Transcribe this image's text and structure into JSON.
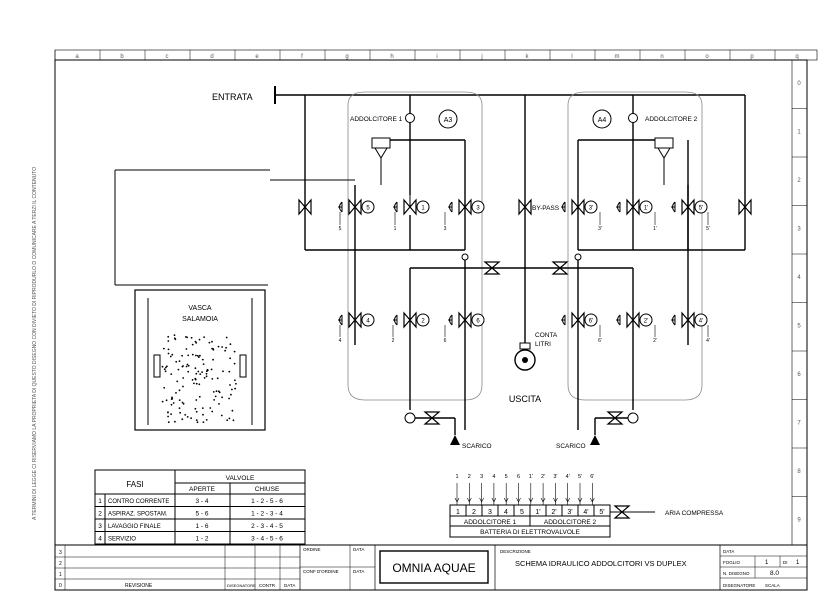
{
  "labels": {
    "entrata": "ENTRATA",
    "uscita": "USCITA",
    "addolcitore1": "ADDOLCITORE 1",
    "addolcitore2": "ADDOLCITORE 2",
    "a3": "A3",
    "a4": "A4",
    "bypass": "BY-PASS",
    "conta1": "CONTA",
    "conta2": "LITRI",
    "vasca1": "VASCA",
    "vasca2": "SALAMOIA",
    "scarico1": "SCARICO",
    "scarico2": "SCARICO",
    "aria": "ARIA   COMPRESSA"
  },
  "valve_numbers": [
    "5",
    "1",
    "3",
    "3'",
    "1'",
    "5'",
    "4",
    "2",
    "6",
    "6'",
    "2'",
    "4'"
  ],
  "signal_labels": [
    "5",
    "1",
    "3",
    "3'",
    "1'",
    "5'",
    "4",
    "2",
    "6",
    "6'",
    "2'",
    "4'"
  ],
  "grid_cols": [
    "a",
    "b",
    "c",
    "d",
    "e",
    "f",
    "g",
    "h",
    "i",
    "j",
    "k",
    "l",
    "m",
    "n",
    "o",
    "p",
    "q"
  ],
  "grid_rows": [
    "0",
    "1",
    "2",
    "3",
    "4",
    "5",
    "6",
    "7",
    "8",
    "9"
  ],
  "fasi_table": {
    "header_fasi": "FASI",
    "header_valvole": "VALVOLE",
    "header_aperte": "APERTE",
    "header_chiuse": "CHIUSE",
    "rows": [
      {
        "n": "1",
        "fase": "CONTRO CORRENTE",
        "aperte": "3 - 4",
        "chiuse": "1 - 2 - 5 - 6"
      },
      {
        "n": "2",
        "fase": "ASPIRAZ. SPOSTAM.",
        "aperte": "5 - 6",
        "chiuse": "1 - 2 - 3 - 4"
      },
      {
        "n": "3",
        "fase": "LAVAGGIO FINALE",
        "aperte": "1 - 6",
        "chiuse": "2 - 3 - 4 - 5"
      },
      {
        "n": "4",
        "fase": "SERVIZIO",
        "aperte": "1 - 2",
        "chiuse": "3 - 4 - 5 - 6"
      }
    ]
  },
  "battery": {
    "top_numbers": [
      "1",
      "2",
      "3",
      "4",
      "5",
      "6",
      "1'",
      "2'",
      "3'",
      "4'",
      "5'",
      "6'"
    ],
    "cells": [
      "1",
      "2",
      "3",
      "4",
      "5",
      "1'",
      "2'",
      "3'",
      "4'",
      "5'"
    ],
    "group1": "ADDOLCITORE 1",
    "group2": "ADDOLCITORE 2",
    "caption": "BATTERIA   DI   ELETTROVALVOLE"
  },
  "title_block": {
    "company": "OMNIA AQUAE",
    "descr_label": "DESCRIZIONE",
    "description": "SCHEMA IDRAULICO ADDOLCITORI  VS   DUPLEX",
    "ordine": "ORDINE",
    "data": "DATA",
    "conf_ordine": "CONF D'ORDINE",
    "revisione": "REVISIONE",
    "disegnatore": "DISEGNATORE",
    "contr": "CONTR",
    "data2": "DATA",
    "foglio": "FOGLIO",
    "foglio_val": "1",
    "di": "DI",
    "di_val": "1",
    "n_disegno": "N. DISEGNO",
    "n_disegno_val": "8.0",
    "scala": "SCALA",
    "data_r": "DATA",
    "rev_nums": [
      "3",
      "2",
      "1",
      "0"
    ]
  },
  "side_note": "A TERMINI DI LEGGE CI RISERVIAMO LA PROPRIETA DI QUESTO DISEGNO CON DIVIETO DI RIPRODURLO O COMUNICARE A TERZI IL CONTENUTO"
}
